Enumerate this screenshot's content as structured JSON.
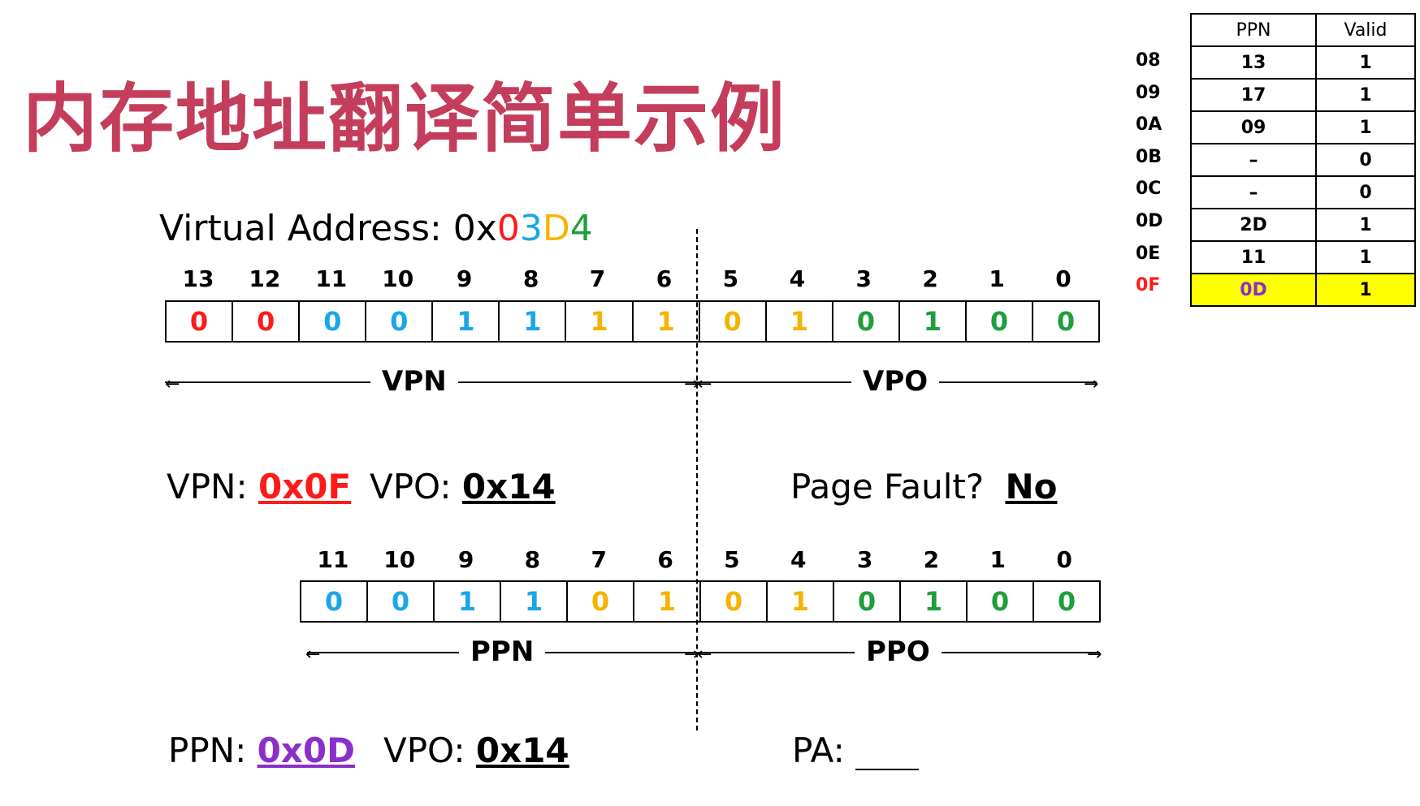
{
  "title": "内存地址翻译简单示例",
  "virtual_address": {
    "label": "Virtual Address: ",
    "prefix": "0x",
    "digits": [
      {
        "text": "0",
        "color": "#ff1a1a"
      },
      {
        "text": "3",
        "color": "#1aa7e8"
      },
      {
        "text": "D",
        "color": "#f5b400"
      },
      {
        "text": "4",
        "color": "#1e9e3c"
      }
    ]
  },
  "va_bits": {
    "positions": [
      "13",
      "12",
      "11",
      "10",
      "9",
      "8",
      "7",
      "6",
      "5",
      "4",
      "3",
      "2",
      "1",
      "0"
    ],
    "values": [
      {
        "v": "0",
        "color": "#ff1a1a"
      },
      {
        "v": "0",
        "color": "#ff1a1a"
      },
      {
        "v": "0",
        "color": "#1aa7e8"
      },
      {
        "v": "0",
        "color": "#1aa7e8"
      },
      {
        "v": "1",
        "color": "#1aa7e8"
      },
      {
        "v": "1",
        "color": "#1aa7e8"
      },
      {
        "v": "1",
        "color": "#f5b400"
      },
      {
        "v": "1",
        "color": "#f5b400"
      },
      {
        "v": "0",
        "color": "#f5b400"
      },
      {
        "v": "1",
        "color": "#f5b400"
      },
      {
        "v": "0",
        "color": "#1e9e3c"
      },
      {
        "v": "1",
        "color": "#1e9e3c"
      },
      {
        "v": "0",
        "color": "#1e9e3c"
      },
      {
        "v": "0",
        "color": "#1e9e3c"
      }
    ],
    "left_label": "VPN",
    "right_label": "VPO"
  },
  "result1": {
    "vpn_label": "VPN: ",
    "vpn_value": "0x0F",
    "vpo_label": "VPO: ",
    "vpo_value": "0x14",
    "fault_label": "Page Fault? ",
    "fault_value": "No"
  },
  "pa_bits": {
    "positions": [
      "11",
      "10",
      "9",
      "8",
      "7",
      "6",
      "5",
      "4",
      "3",
      "2",
      "1",
      "0"
    ],
    "values": [
      {
        "v": "0",
        "color": "#1aa7e8"
      },
      {
        "v": "0",
        "color": "#1aa7e8"
      },
      {
        "v": "1",
        "color": "#1aa7e8"
      },
      {
        "v": "1",
        "color": "#1aa7e8"
      },
      {
        "v": "0",
        "color": "#f5b400"
      },
      {
        "v": "1",
        "color": "#f5b400"
      },
      {
        "v": "0",
        "color": "#f5b400"
      },
      {
        "v": "1",
        "color": "#f5b400"
      },
      {
        "v": "0",
        "color": "#1e9e3c"
      },
      {
        "v": "1",
        "color": "#1e9e3c"
      },
      {
        "v": "0",
        "color": "#1e9e3c"
      },
      {
        "v": "0",
        "color": "#1e9e3c"
      }
    ],
    "left_label": "PPN",
    "right_label": "PPO"
  },
  "result2": {
    "ppn_label": "PPN: ",
    "ppn_value": "0x0D",
    "vpo_label": "VPO: ",
    "vpo_value": "0x14",
    "pa_label": "PA: "
  },
  "page_table": {
    "headers": [
      "PPN",
      "Valid"
    ],
    "rows": [
      {
        "index": "08",
        "ppn": "13",
        "valid": "1"
      },
      {
        "index": "09",
        "ppn": "17",
        "valid": "1"
      },
      {
        "index": "0A",
        "ppn": "09",
        "valid": "1"
      },
      {
        "index": "0B",
        "ppn": "–",
        "valid": "0"
      },
      {
        "index": "0C",
        "ppn": "–",
        "valid": "0"
      },
      {
        "index": "0D",
        "ppn": "2D",
        "valid": "1"
      },
      {
        "index": "0E",
        "ppn": "11",
        "valid": "1"
      },
      {
        "index": "0F",
        "ppn": "0D",
        "valid": "1",
        "highlight": true
      }
    ],
    "highlight_color": "#ffff00",
    "highlight_index_color": "#ff1a1a",
    "highlight_ppn_color": "#8b2fc9"
  },
  "colors": {
    "title": "#c43d5b",
    "vpn_value": "#ff1a1a",
    "ppn_value": "#8b2fc9"
  }
}
